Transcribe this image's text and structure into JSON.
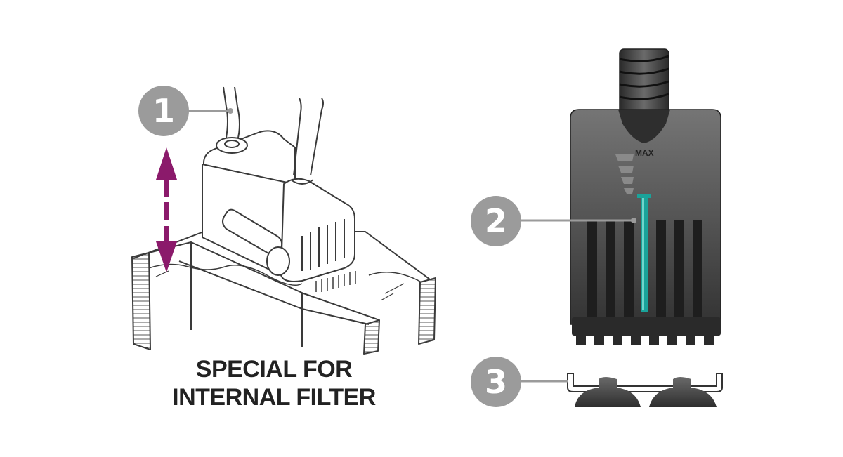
{
  "callouts": {
    "one": "1",
    "two": "2",
    "three": "3"
  },
  "caption": {
    "line1": "SPECIAL FOR",
    "line2": "INTERNAL FILTER"
  },
  "pump_label": "MAX",
  "colors": {
    "arrow": "#8b1a6b",
    "callout_bg": "#9b9b9b",
    "indicator": "#1aa39a",
    "pump_body": "#4f4f4f"
  },
  "icons": {
    "arrow": "double-headed-vertical-arrow-icon"
  }
}
